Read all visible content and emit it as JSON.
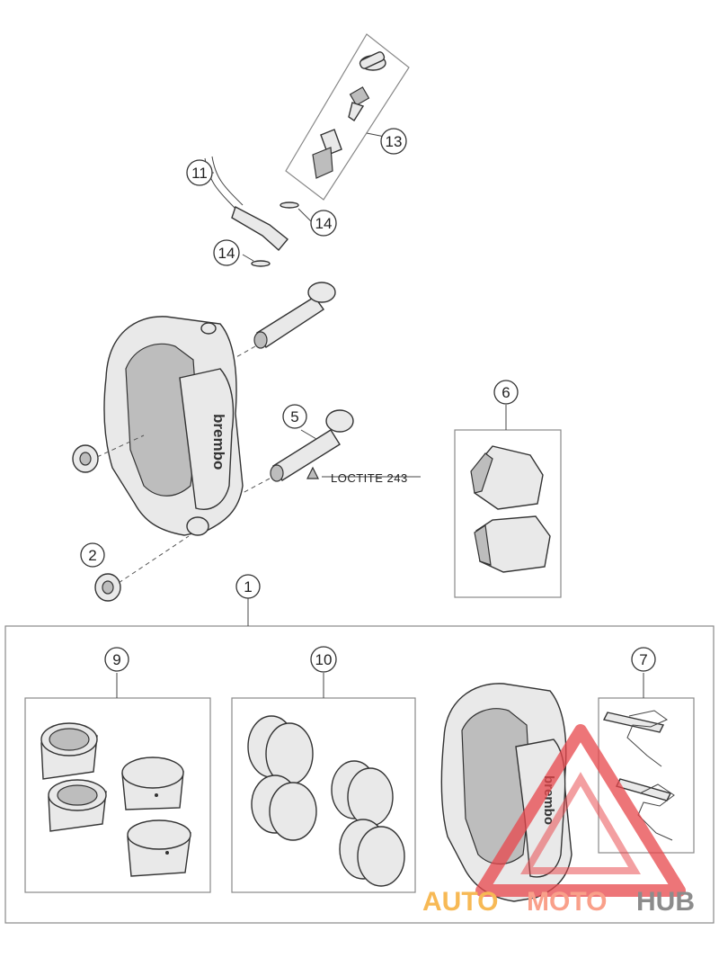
{
  "callouts": {
    "c1": "1",
    "c2": "2",
    "c5": "5",
    "c6": "6",
    "c7": "7",
    "c9": "9",
    "c10": "10",
    "c11": "11",
    "c13": "13",
    "c14a": "14",
    "c14b": "14"
  },
  "note": {
    "loctite": "LOCTITE 243"
  },
  "caliper_brand": "brembo",
  "watermark": {
    "part1": "AUTO",
    "part2": "MOTO",
    "part3": "HUB",
    "colors": {
      "primary": "#f7b955",
      "secondary": "#f9a08a",
      "tertiary": "#8c8c8c",
      "logo": "#e8474c"
    }
  }
}
